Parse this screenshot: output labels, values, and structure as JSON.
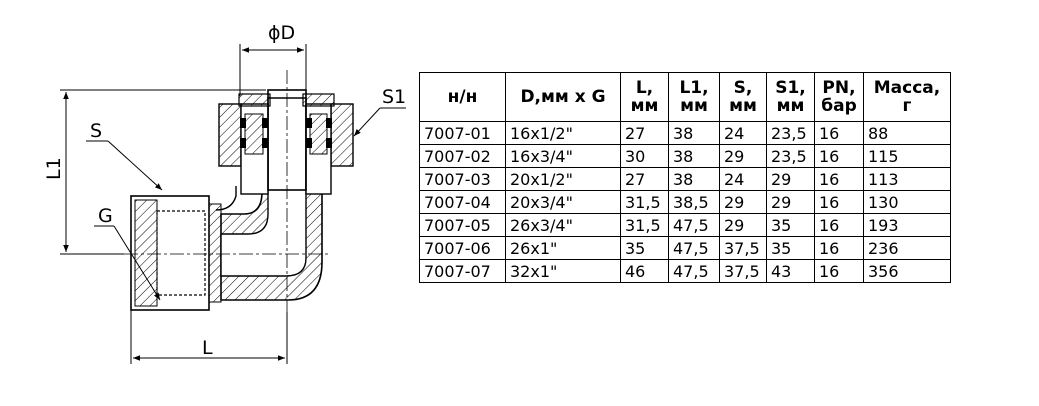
{
  "drawing": {
    "labels": {
      "phiD": "ϕD",
      "S1": "S1",
      "S": "S",
      "L1": "L1",
      "G": "G",
      "L": "L"
    }
  },
  "table": {
    "headers": [
      "н/н",
      "D,мм x G",
      "L,\nмм",
      "L1,\nмм",
      "S,\nмм",
      "S1,\nмм",
      "PN,\nбар",
      "Масса,\nг"
    ],
    "rows": [
      [
        "7007-01",
        "16x1/2\"",
        "27",
        "38",
        "24",
        "23,5",
        "16",
        "88"
      ],
      [
        "7007-02",
        "16x3/4\"",
        "30",
        "38",
        "29",
        "23,5",
        "16",
        "115"
      ],
      [
        "7007-03",
        "20x1/2\"",
        "27",
        "38",
        "24",
        "29",
        "16",
        "113"
      ],
      [
        "7007-04",
        "20x3/4\"",
        "31,5",
        "38,5",
        "29",
        "29",
        "16",
        "130"
      ],
      [
        "7007-05",
        "26x3/4\"",
        "31,5",
        "47,5",
        "29",
        "35",
        "16",
        "193"
      ],
      [
        "7007-06",
        "26x1\"",
        "35",
        "47,5",
        "37,5",
        "35",
        "16",
        "236"
      ],
      [
        "7007-07",
        "32x1\"",
        "46",
        "47,5",
        "37,5",
        "43",
        "16",
        "356"
      ]
    ]
  }
}
